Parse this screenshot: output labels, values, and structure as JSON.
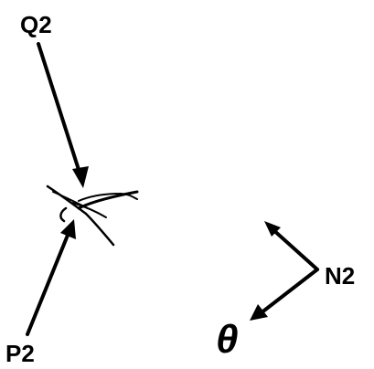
{
  "figure": {
    "labels": {
      "q2": "Q2",
      "p2": "P2",
      "n2": "N2",
      "theta": "θ"
    },
    "colors": {
      "ink": "#000000",
      "background": "#ffffff"
    }
  }
}
